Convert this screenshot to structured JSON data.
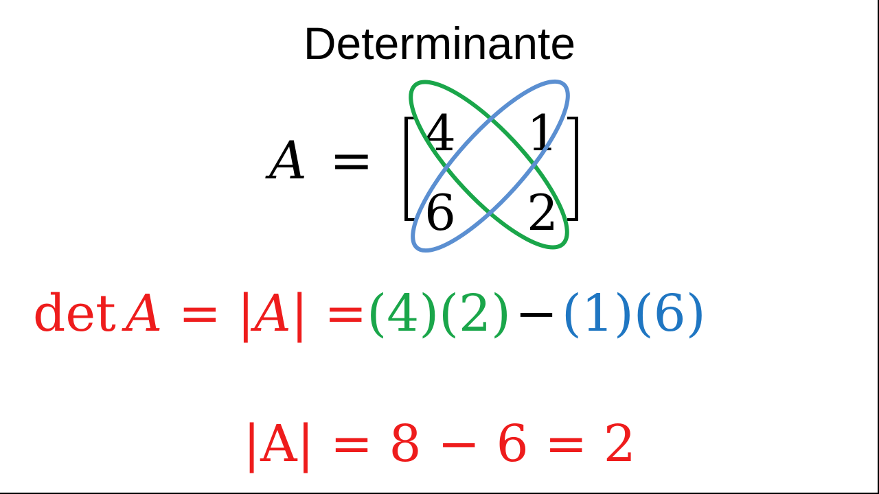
{
  "slide": {
    "title": "Determinante"
  },
  "matrix": {
    "variable": "A",
    "equals": "=",
    "rows": [
      [
        "4",
        "1"
      ],
      [
        "6",
        "2"
      ]
    ],
    "colors": {
      "main_diagonal_ellipse": "#1aa64a",
      "anti_diagonal_ellipse": "#5b8fd1"
    }
  },
  "det_formula": {
    "det": "det",
    "var": "A",
    "eq1": " = ",
    "abs": "|A|",
    "eq2": " =",
    "main_product": "(4)(2)",
    "minus": "−",
    "anti_product": "(1)(6)",
    "colors": {
      "definition": "#ee1c1c",
      "main_product": "#1aa64a",
      "minus": "#000000",
      "anti_product": "#1f76c2"
    }
  },
  "result": {
    "text": "|A| = 8 − 6 = 2",
    "color": "#ee1c1c"
  }
}
